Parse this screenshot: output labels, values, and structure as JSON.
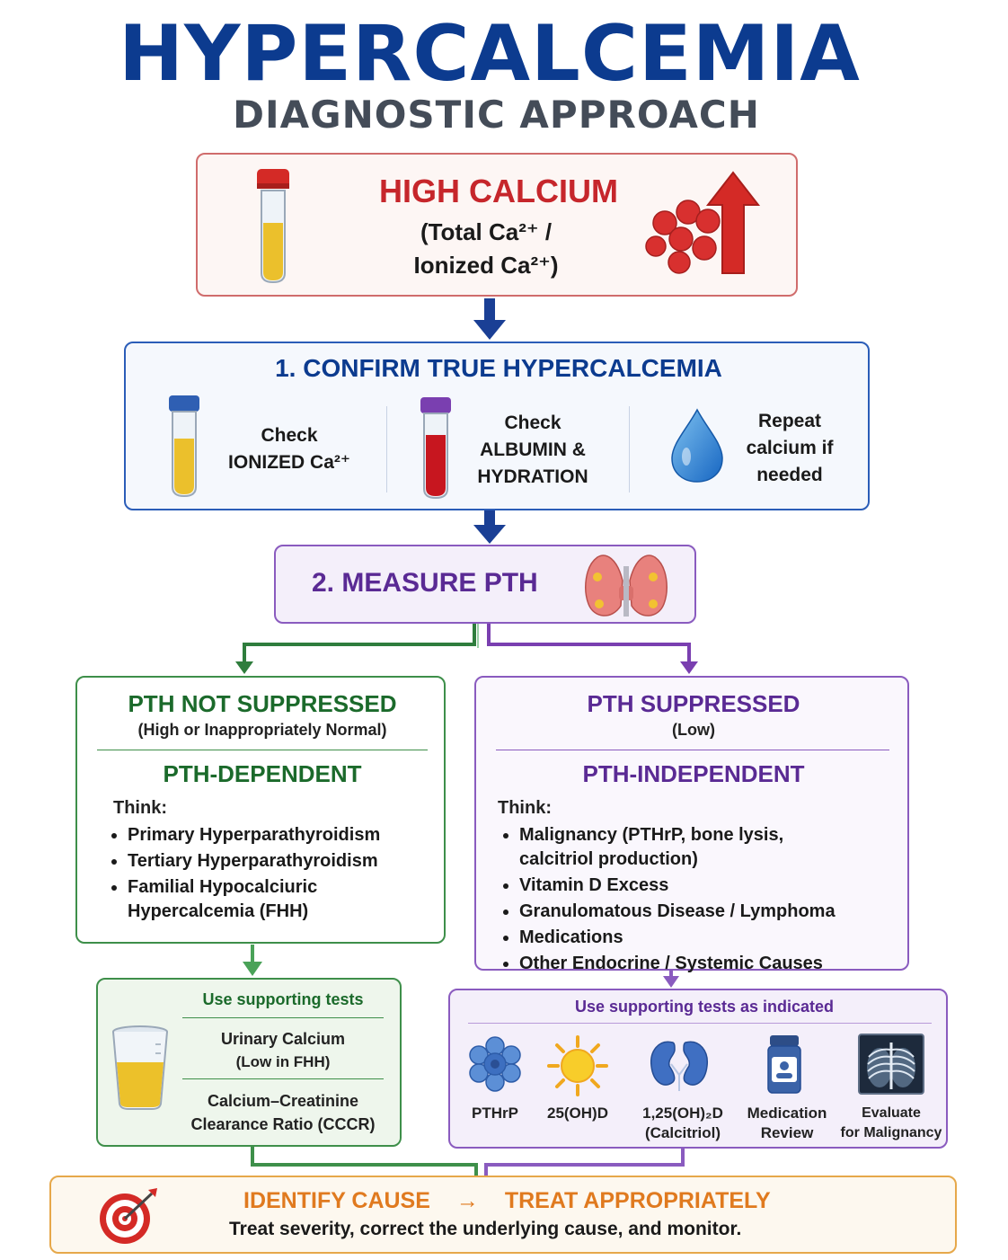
{
  "header": {
    "title": "HYPERCALCEMIA",
    "subtitle": "DIAGNOSTIC APPROACH"
  },
  "high_calcium": {
    "title": "HIGH CALCIUM",
    "line1": "(Total Ca²⁺ /",
    "line2": "Ionized Ca²⁺)"
  },
  "confirm": {
    "title": "1. CONFIRM TRUE HYPERCALCEMIA",
    "items": [
      {
        "line1": "Check",
        "line2": "IONIZED Ca²⁺",
        "line3": ""
      },
      {
        "line1": "Check",
        "line2": "ALBUMIN &",
        "line3": "HYDRATION"
      },
      {
        "line1": "Repeat",
        "line2": "calcium if",
        "line3": "needed"
      }
    ]
  },
  "measure": {
    "title": "2. MEASURE PTH"
  },
  "pth_not_suppressed": {
    "title": "PTH NOT SUPPRESSED",
    "subtitle": "(High or Inappropriately Normal)",
    "category": "PTH-DEPENDENT",
    "think": "Think:",
    "items": [
      "Primary Hyperparathyroidism",
      "Tertiary Hyperparathyroidism",
      "Familial Hypocalciuric Hypercalcemia (FHH)"
    ]
  },
  "pth_suppressed": {
    "title": "PTH SUPPRESSED",
    "subtitle": "(Low)",
    "category": "PTH-INDEPENDENT",
    "think": "Think:",
    "items": [
      "Malignancy (PTHrP, bone lysis, calcitriol production)",
      "Vitamin D Excess",
      "Granulomatous Disease / Lymphoma",
      "Medications",
      "Other Endocrine / Systemic Causes"
    ]
  },
  "green_tests": {
    "title": "Use supporting tests",
    "test1_line1": "Urinary Calcium",
    "test1_line2": "(Low in FHH)",
    "test2_line1": "Calcium–Creatinine",
    "test2_line2": "Clearance Ratio (CCCR)"
  },
  "purple_tests": {
    "title": "Use supporting tests as indicated",
    "items": [
      {
        "line1": "PTHrP",
        "line2": "",
        "icon": "cell-cluster-icon"
      },
      {
        "line1": "25(OH)D",
        "line2": "",
        "icon": "sun-icon"
      },
      {
        "line1": "1,25(OH)₂D",
        "line2": "(Calcitriol)",
        "icon": "kidney-icon"
      },
      {
        "line1": "Medication",
        "line2": "Review",
        "icon": "pill-bottle-icon"
      },
      {
        "line1": "Evaluate",
        "line2": "for Malignancy",
        "icon": "chest-xray-icon"
      }
    ]
  },
  "final": {
    "part1": "IDENTIFY CAUSE",
    "arrow": "→",
    "part2": "TREAT APPROPRIATELY",
    "subtitle": "Treat severity, correct the underlying cause, and monitor."
  },
  "colors": {
    "navy": "#0c3b8f",
    "red": "#c6262b",
    "green": "#1b6a2b",
    "purple": "#5a2a94",
    "orange": "#e07a1f"
  }
}
